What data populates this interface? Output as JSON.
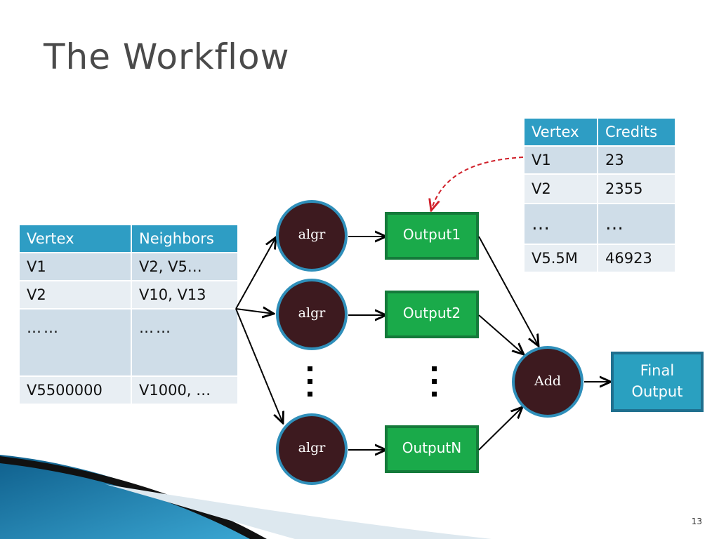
{
  "title": "The Workflow",
  "page_number": "13",
  "neighbors_table": {
    "headers": [
      "Vertex",
      "Neighbors"
    ],
    "rows": [
      [
        "V1",
        "V2, V5…"
      ],
      [
        "V2",
        "V10, V13"
      ],
      [
        "……",
        "……"
      ],
      [
        "V5500000",
        "V1000, …"
      ]
    ]
  },
  "credits_table": {
    "headers": [
      "Vertex",
      "Credits"
    ],
    "rows": [
      [
        "V1",
        "23"
      ],
      [
        "V2",
        "2355"
      ],
      [
        "…",
        "…"
      ],
      [
        "V5.5M",
        "46923"
      ]
    ]
  },
  "diagram": {
    "algr_nodes": [
      "algr",
      "algr",
      "algr"
    ],
    "output_nodes": [
      "Output1",
      "Output2",
      "OutputN"
    ],
    "add_node": "Add",
    "final_output": [
      "Final",
      "Output"
    ]
  },
  "colors": {
    "table_header": "#2e9dc4",
    "algr_fill": "#3d1a1f",
    "output_fill": "#1aaa4a",
    "final_fill": "#2aa0c0",
    "dashed_arrow": "#d0202a"
  }
}
